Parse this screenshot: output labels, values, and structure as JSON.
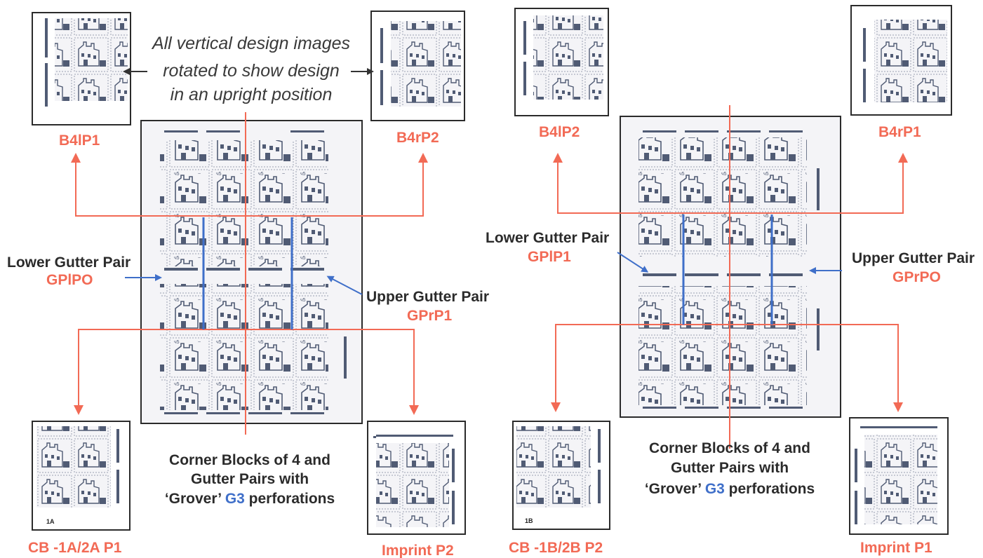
{
  "note": {
    "line1": "All vertical design images",
    "line2": "rotated to show design",
    "line3": "in an upright position"
  },
  "left": {
    "b4_left_label": "B4lP1",
    "b4_right_label": "B4rP2",
    "cb_label": "CB -1A/2A P1",
    "cb_corner_mark": "1A",
    "imprint_label": "Imprint P2",
    "lower_gutter": "Lower Gutter Pair",
    "lower_gutter_code": "GPlPO",
    "upper_gutter": "Upper Gutter Pair",
    "upper_gutter_code": "GPrP1",
    "caption_line1": "Corner Blocks of 4 and",
    "caption_line2": "Gutter Pairs with",
    "caption_pre": "‘Grover’ ",
    "caption_g3": "G3",
    "caption_post": " perforations"
  },
  "right": {
    "b4_left_label": "B4lP2",
    "b4_right_label": "B4rP1",
    "cb_label": "CB -1B/2B P2",
    "cb_corner_mark": "1B",
    "imprint_label": "Imprint P1",
    "lower_gutter": "Lower Gutter Pair",
    "lower_gutter_code": "GPlP1",
    "upper_gutter": "Upper Gutter Pair",
    "upper_gutter_code": "GPrPO",
    "caption_line1": "Corner Blocks of 4 and",
    "caption_line2": "Gutter Pairs with",
    "caption_pre": "‘Grover’ ",
    "caption_g3": "G3",
    "caption_post": " perforations"
  },
  "colors": {
    "red_label": "#f26a55",
    "red_line": "#f26a55",
    "blue_line": "#3f6fc9",
    "stamp_ink": "#505b74",
    "paper": "#f4f4f7"
  },
  "icons": {
    "stamp": "stamp-building-icon",
    "arrow": "arrow-head-icon"
  }
}
